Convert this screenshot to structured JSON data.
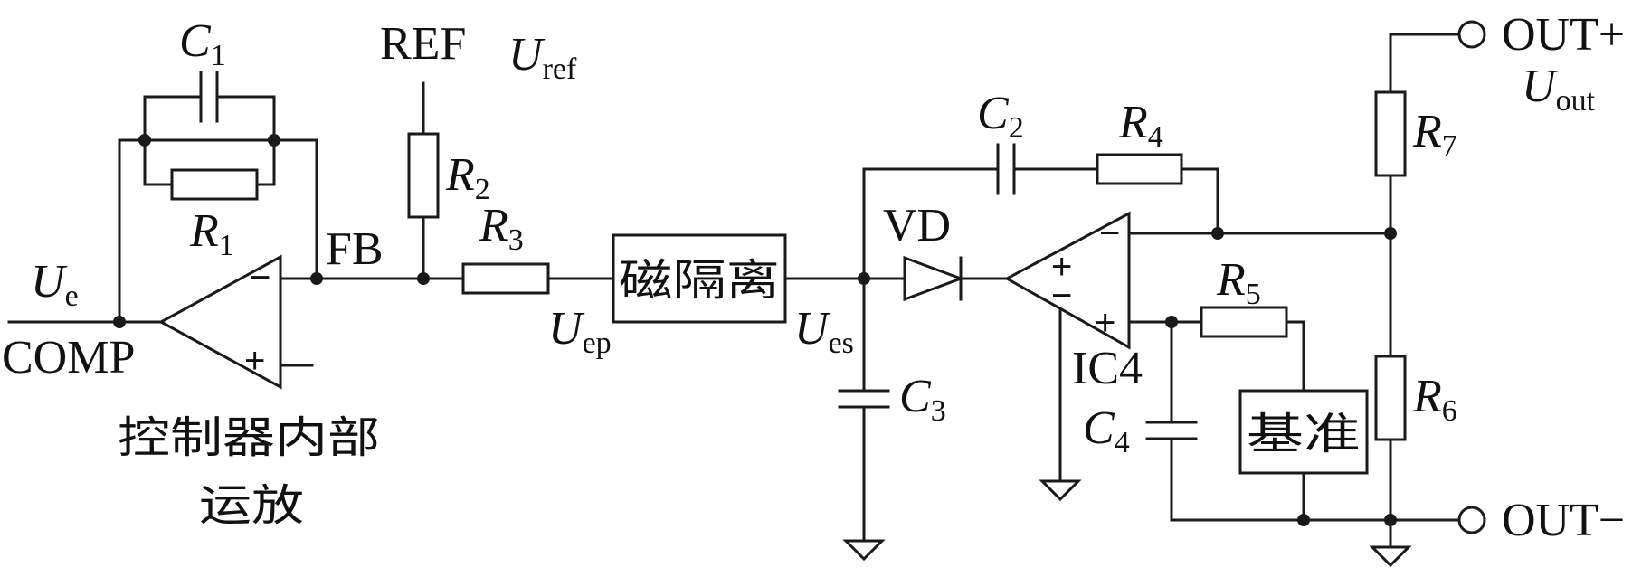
{
  "labels": {
    "C1": {
      "sym": "C",
      "sub": "1"
    },
    "R1": {
      "sym": "R",
      "sub": "1"
    },
    "R2": {
      "sym": "R",
      "sub": "2"
    },
    "R3": {
      "sym": "R",
      "sub": "3"
    },
    "R4": {
      "sym": "R",
      "sub": "4"
    },
    "R5": {
      "sym": "R",
      "sub": "5"
    },
    "R6": {
      "sym": "R",
      "sub": "6"
    },
    "R7": {
      "sym": "R",
      "sub": "7"
    },
    "C2": {
      "sym": "C",
      "sub": "2"
    },
    "C3": {
      "sym": "C",
      "sub": "3"
    },
    "C4": {
      "sym": "C",
      "sub": "4"
    },
    "Ue": {
      "sym": "U",
      "sub": "e"
    },
    "Uref": {
      "sym": "U",
      "sub": "ref"
    },
    "Uep": {
      "sym": "U",
      "sub": "ep"
    },
    "Ues": {
      "sym": "U",
      "sub": "es"
    },
    "Uout": {
      "sym": "U",
      "sub": "out"
    }
  },
  "text": {
    "ref": "REF",
    "fb": "FB",
    "comp": "COMP",
    "vd": "VD",
    "ic4": "IC4",
    "out_plus": "OUT+",
    "out_minus": "OUT−",
    "isolation": "磁隔离",
    "reference": "基准",
    "opamp_caption_line1": "控制器内部",
    "opamp_caption_line2": "运放",
    "minus": "−",
    "plus": "+"
  }
}
